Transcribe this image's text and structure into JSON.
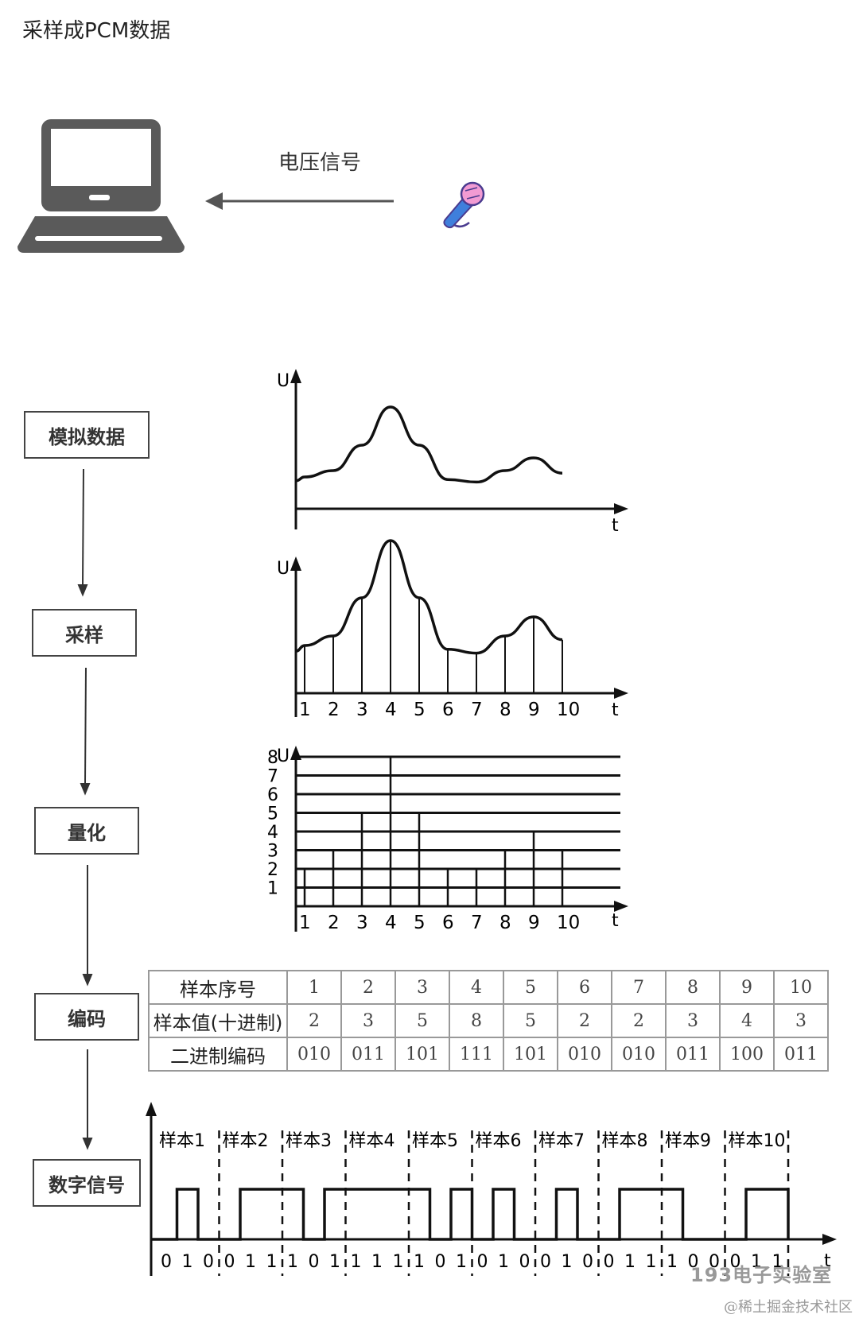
{
  "title": "采样成PCM数据",
  "voltage_label": "电压信号",
  "steps": [
    "模拟数据",
    "采样",
    "量化",
    "编码",
    "数字信号"
  ],
  "axis": {
    "u": "U",
    "t": "t"
  },
  "sample_ticks": [
    "1",
    "2",
    "3",
    "4",
    "5",
    "6",
    "7",
    "8",
    "9",
    "10"
  ],
  "quant_levels": [
    "1",
    "2",
    "3",
    "4",
    "5",
    "6",
    "7",
    "8"
  ],
  "table": {
    "row_headers": [
      "样本序号",
      "样本值(十进制)",
      "二进制编码"
    ],
    "sample_index": [
      "1",
      "2",
      "3",
      "4",
      "5",
      "6",
      "7",
      "8",
      "9",
      "10"
    ],
    "sample_value": [
      "2",
      "3",
      "5",
      "8",
      "5",
      "2",
      "2",
      "3",
      "4",
      "3"
    ],
    "binary_code": [
      "010",
      "011",
      "101",
      "111",
      "101",
      "010",
      "010",
      "011",
      "100",
      "011"
    ]
  },
  "digital": {
    "sample_labels": [
      "样本1",
      "样本2",
      "样本3",
      "样本4",
      "样本5",
      "样本6",
      "样本7",
      "样本8",
      "样本9",
      "样本10"
    ],
    "bits": [
      "0",
      "1",
      "0",
      "0",
      "1",
      "1",
      "1",
      "0",
      "1",
      "1",
      "1",
      "1",
      "1",
      "0",
      "1",
      "0",
      "1",
      "0",
      "0",
      "1",
      "0",
      "0",
      "1",
      "1",
      "1",
      "0",
      "0",
      "0",
      "1",
      "1"
    ]
  },
  "chart_data": [
    {
      "type": "line",
      "description": "模拟数据",
      "xlabel": "t",
      "ylabel": "U",
      "x": [
        0,
        1,
        2,
        3,
        4,
        5,
        6,
        7,
        8,
        9,
        10
      ],
      "values": [
        2.2,
        2.5,
        3.0,
        5.0,
        8.0,
        5.0,
        2.3,
        2.1,
        3.0,
        4.0,
        2.8
      ]
    },
    {
      "type": "bar",
      "description": "采样",
      "xlabel": "t",
      "ylabel": "U",
      "categories": [
        "1",
        "2",
        "3",
        "4",
        "5",
        "6",
        "7",
        "8",
        "9",
        "10"
      ],
      "values": [
        2,
        3,
        5,
        8,
        5,
        2,
        2,
        3,
        4,
        3
      ]
    },
    {
      "type": "bar",
      "description": "量化",
      "xlabel": "t",
      "ylabel": "U",
      "categories": [
        "1",
        "2",
        "3",
        "4",
        "5",
        "6",
        "7",
        "8",
        "9",
        "10"
      ],
      "values": [
        2,
        3,
        5,
        8,
        5,
        2,
        2,
        3,
        4,
        3
      ],
      "ylim": [
        0,
        8
      ]
    }
  ],
  "watermark": {
    "main": "193电子实验室",
    "site": "@稀土掘金技术社区"
  },
  "colors": {
    "laptop": "#5a5a5a",
    "ink": "#111111",
    "mic_body": "#f29bd3",
    "mic_handle": "#3f7fdc",
    "mic_outline": "#4a3b8f"
  }
}
